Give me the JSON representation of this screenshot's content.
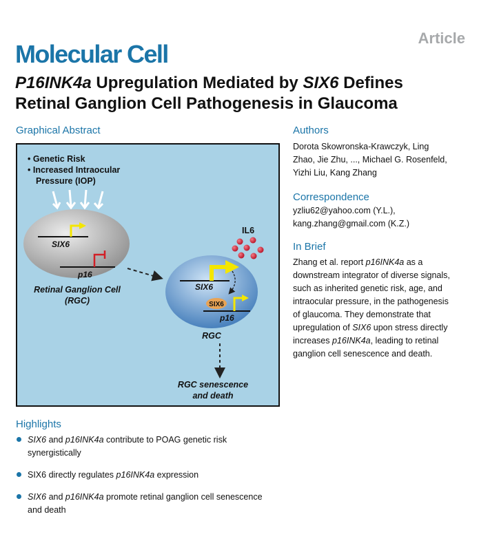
{
  "header": {
    "article_type": "Article",
    "journal": "Molecular Cell",
    "title_line1": [
      "P16INK4a",
      " Upregulation Mediated by ",
      "SIX6",
      " Defines"
    ],
    "title_line2": "Retinal Ganglion Cell Pathogenesis in Glaucoma"
  },
  "graphical_abstract": {
    "heading": "Graphical Abstract",
    "risk_items": [
      "• Genetic Risk",
      "• Increased Intraocular",
      "Pressure (IOP)"
    ],
    "cell1_gene1": "SIX6",
    "cell1_gene2": "p16",
    "cell1_label1": "Retinal Ganglion Cell",
    "cell1_label2": "(RGC)",
    "il6": "IL6",
    "cell2_gene1": "SIX6",
    "cell2_protein": "SIX6",
    "cell2_gene2": "p16",
    "cell2_label": "RGC",
    "outcome1": "RGC senescence",
    "outcome2": "and death",
    "colors": {
      "background": "#a9d2e6",
      "cell1": "#9a9a9a",
      "cell2": "#3f7ebd",
      "arrow_active": "#f4e600",
      "arrow_repressed": "#d21f26",
      "il6": "#c8102e",
      "six6_protein": "#e8a355"
    }
  },
  "authors": {
    "heading": "Authors",
    "lines": [
      "Dorota Skowronska-Krawczyk, Ling",
      "Zhao, Jie Zhu, ..., Michael G. Rosenfeld,",
      "Yizhi Liu, Kang Zhang"
    ]
  },
  "correspondence": {
    "heading": "Correspondence",
    "lines": [
      "yzliu62@yahoo.com (Y.L.),",
      "kang.zhang@gmail.com (K.Z.)"
    ]
  },
  "in_brief": {
    "heading": "In Brief",
    "l1a": "Zhang et al. report ",
    "l1b": "p16INK4a",
    "l1c": " as a",
    "l2": "downstream integrator of diverse signals,",
    "l3": "such as inherited genetic risk, age, and",
    "l4": "intraocular pressure, in the pathogenesis",
    "l5": "of glaucoma. They demonstrate that",
    "l6a": "upregulation of ",
    "l6b": "SIX6",
    "l6c": " upon stress directly",
    "l7a": "increases ",
    "l7b": "p16INK4a",
    "l7c": ", leading to retinal",
    "l8": "ganglion cell senescence and death."
  },
  "highlights": {
    "heading": "Highlights",
    "h1a": "SIX6",
    "h1b": " and ",
    "h1c": "p16INK4a",
    "h1d": " contribute to POAG genetic risk",
    "h1e": "synergistically",
    "h2a": "SIX6 directly regulates ",
    "h2b": "p16INK4a",
    "h2c": " expression",
    "h3a": "SIX6",
    "h3b": " and ",
    "h3c": "p16INK4a",
    "h3d": " promote retinal ganglion cell senescence",
    "h3e": "and death"
  }
}
